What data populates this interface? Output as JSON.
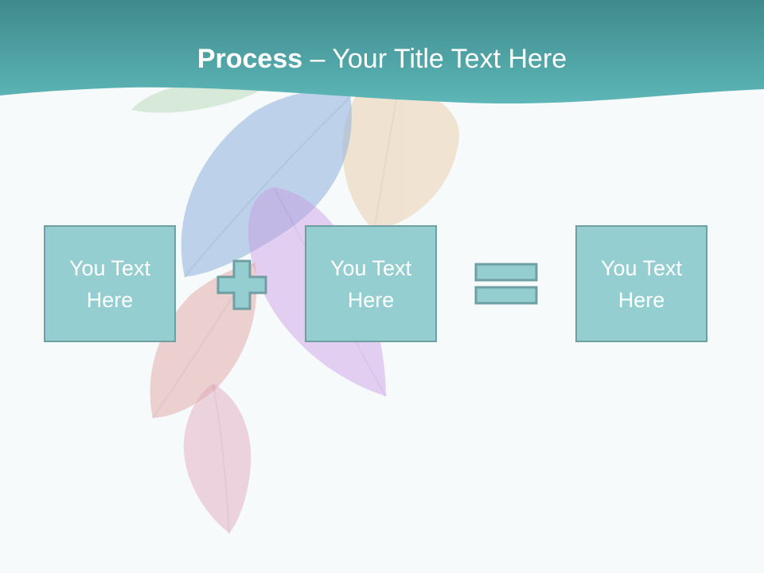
{
  "slide": {
    "title_bold": "Process",
    "title_rest": " – Your Title Text Here",
    "boxes": [
      {
        "label": "You Text Here"
      },
      {
        "label": "You Text Here"
      },
      {
        "label": "You Text Here"
      }
    ],
    "operators": [
      "plus-icon",
      "equals-icon"
    ],
    "colors": {
      "header_dark": "#3f8a8c",
      "header_light": "#5db6b7",
      "box_fill": "#95ced1",
      "box_border": "#6f9ea3",
      "background": "#f6fafb"
    }
  }
}
